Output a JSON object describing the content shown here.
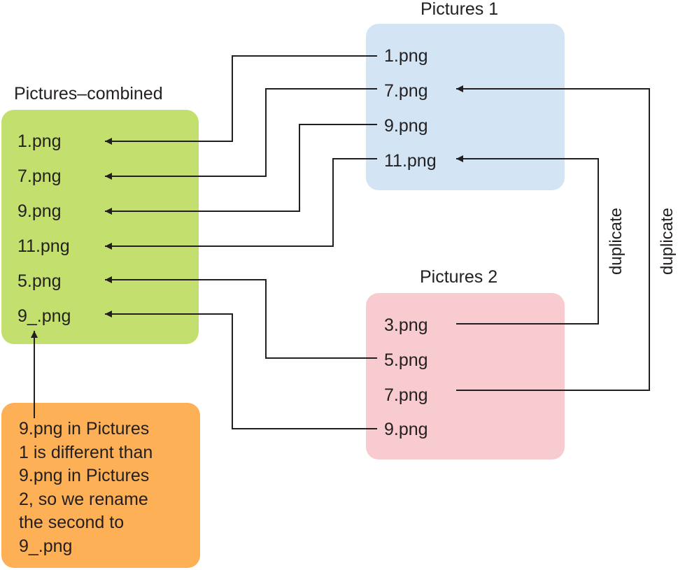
{
  "combined": {
    "title": "Pictures–combined",
    "files": [
      "1.png",
      "7.png",
      "9.png",
      "11.png",
      "5.png",
      "9_.png"
    ]
  },
  "pictures1": {
    "title": "Pictures 1",
    "files": [
      "1.png",
      "7.png",
      "9.png",
      "11.png"
    ]
  },
  "pictures2": {
    "title": "Pictures 2",
    "files": [
      "3.png",
      "5.png",
      "7.png",
      "9.png"
    ]
  },
  "note": {
    "text": "9.png in Pictures\n1 is different than\n9.png in Pictures\n2, so we rename\nthe second to\n9_.png"
  },
  "duplicate_labels": [
    "duplicate",
    "duplicate"
  ],
  "colors": {
    "combined": "#c3e06f",
    "pictures1": "#d3e5f5",
    "pictures2": "#f7cbcf",
    "note": "#fdb056",
    "line": "#231f20"
  }
}
